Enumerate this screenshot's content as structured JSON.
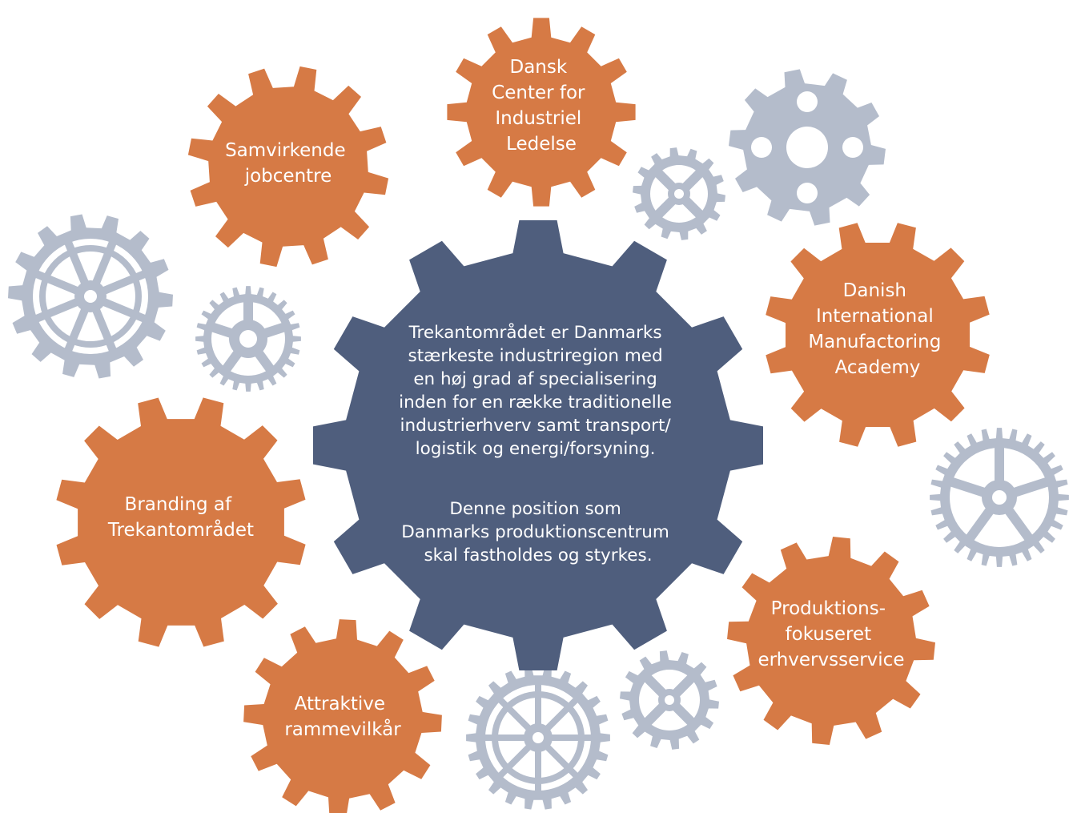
{
  "colors": {
    "orange": "#d67a45",
    "navy": "#4f5e7d",
    "grey": "#b4bccb",
    "white": "#ffffff"
  },
  "center": {
    "paragraph1": [
      "Trekantområdet er Danmarks",
      "stærkeste industriregion med",
      "en høj grad af specialisering",
      "inden for en række traditionelle",
      "industrierhverv samt transport/",
      "logistik og energi/forsyning."
    ],
    "paragraph2": [
      "Denne position som",
      "Danmarks produktionscentrum",
      "skal fastholdes og styrkes."
    ]
  },
  "gears": {
    "samvirkende": [
      "Samvirkende",
      "jobcentre"
    ],
    "dansk_center": [
      "Dansk",
      "Center for",
      "Industriel",
      "Ledelse"
    ],
    "dima": [
      "Danish",
      "International",
      "Manufactoring",
      "Academy"
    ],
    "produktion": [
      "Produktions-",
      "fokuseret",
      "erhvervsservice"
    ],
    "attraktive": [
      "Attraktive",
      "rammevilkår"
    ],
    "branding": [
      "Branding af",
      "Trekantområdet"
    ]
  }
}
